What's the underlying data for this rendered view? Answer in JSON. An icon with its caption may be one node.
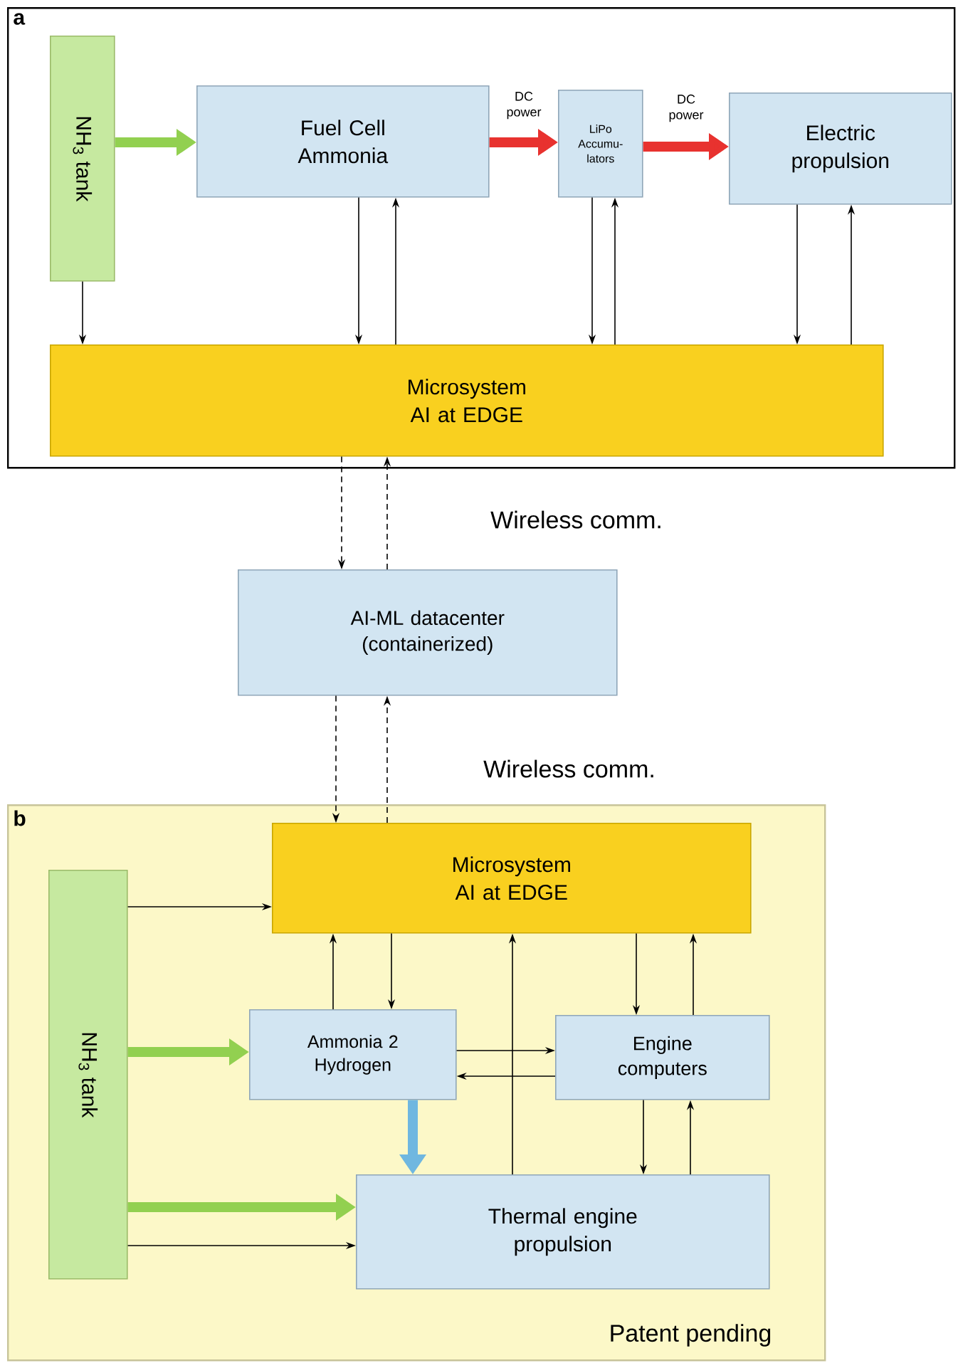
{
  "diagram": {
    "nodes": [
      {
        "text": [
          "a"
        ]
      },
      {
        "text": [
          "NH$_{3}$ tank"
        ],
        "in": 0
      },
      {
        "text": [
          "Fuel Cell Ammonia"
        ],
        "in": 0
      },
      {
        "text": [
          "LiPo Accumu- lators"
        ],
        "in": 0
      },
      {
        "text": [
          "Electric propulsion"
        ],
        "in": 0
      },
      {
        "text": [
          "Microsystem AI at EDGE"
        ],
        "in": 0
      },
      {
        "text": [
          "AI-ML datacenter (containerized)"
        ]
      },
      {
        "text": [
          "b"
        ]
      },
      {
        "text": [
          "Microsystem AI at EDGE"
        ],
        "in": 7
      },
      {
        "text": [
          "NH$_{3}$ tank"
        ],
        "in": 7
      },
      {
        "text": [
          "Ammonia 2 Hydrogen"
        ],
        "in": 7
      },
      {
        "text": [
          "Engine computers"
        ],
        "in": 7
      },
      {
        "text": [
          "Thermal engine propulsion"
        ],
        "in": 7
      }
    ],
    "edges": [
      {
        "from": 1,
        "to": 2,
        "arrow": "to",
        "style": "thick",
        "color": "#92d050"
      },
      {
        "from": 2,
        "to": 3,
        "arrow": "to",
        "style": "thick",
        "color": "#e8322f",
        "label": "DC power"
      },
      {
        "from": 3,
        "to": 4,
        "arrow": "to",
        "style": "thick",
        "color": "#e8322f",
        "label": "DC power"
      },
      {
        "from": 1,
        "to": 5,
        "arrow": "to"
      },
      {
        "from": 2,
        "to": 5,
        "arrow": "to"
      },
      {
        "from": 5,
        "to": 2,
        "arrow": "to"
      },
      {
        "from": 3,
        "to": 5,
        "arrow": "to"
      },
      {
        "from": 5,
        "to": 3,
        "arrow": "to"
      },
      {
        "from": 4,
        "to": 5,
        "arrow": "to"
      },
      {
        "from": 5,
        "to": 4,
        "arrow": "to"
      },
      {
        "from": 5,
        "to": 6,
        "arrow": "to",
        "style": "dashed"
      },
      {
        "from": 6,
        "to": 5,
        "arrow": "to",
        "style": "dashed"
      },
      {
        "from": 6,
        "to": 8,
        "arrow": "to",
        "style": "dashed"
      },
      {
        "from": 8,
        "to": 6,
        "arrow": "to",
        "style": "dashed"
      },
      {
        "from": 9,
        "to": 8,
        "arrow": "to"
      },
      {
        "from": 8,
        "to": 10,
        "arrow": "to"
      },
      {
        "from": 10,
        "to": 8,
        "arrow": "to"
      },
      {
        "from": 9,
        "to": 10,
        "arrow": "to",
        "style": "thick",
        "color": "#92d050"
      },
      {
        "from": 10,
        "to": 11,
        "arrow": "to"
      },
      {
        "from": 11,
        "to": 10,
        "arrow": "to"
      },
      {
        "from": 10,
        "to": 12,
        "arrow": "to",
        "style": "thick",
        "color": "#6fb7e0"
      },
      {
        "from": 12,
        "to": 8,
        "arrow": "to"
      },
      {
        "from": 8,
        "to": 11,
        "arrow": "to"
      },
      {
        "from": 11,
        "to": 8,
        "arrow": "to"
      },
      {
        "from": 11,
        "to": 12,
        "arrow": "to"
      },
      {
        "from": 12,
        "to": 11,
        "arrow": "to"
      },
      {
        "from": 9,
        "to": 12,
        "arrow": "to",
        "style": "thick",
        "color": "#92d050"
      },
      {
        "from": 9,
        "to": 12,
        "arrow": "to"
      }
    ],
    "labels": [
      "Wireless comm.",
      "Wireless comm.",
      "Patent pending"
    ]
  }
}
